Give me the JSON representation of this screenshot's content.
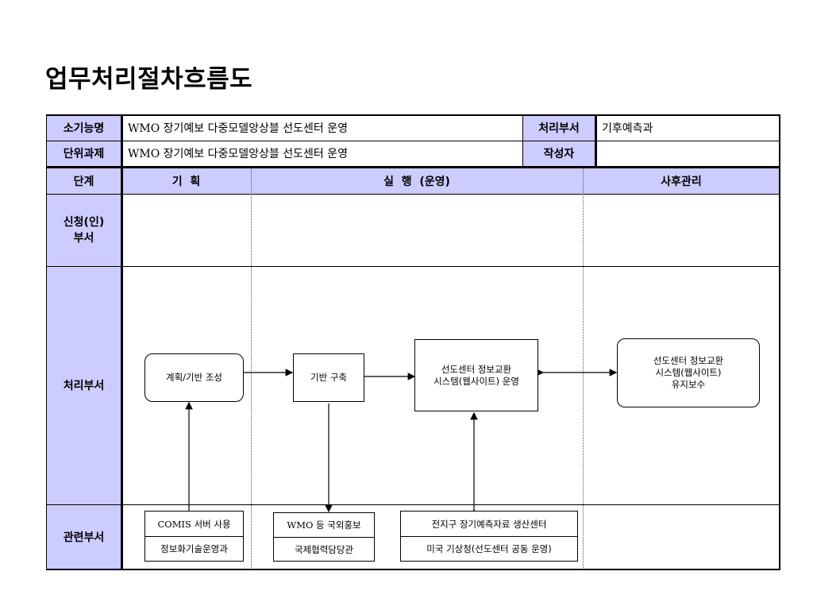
{
  "title": "업무처리절차흐름도",
  "header": {
    "function_label": "소기능명",
    "function_value": "WMO 장기예보 다중모델앙상블 선도센터 운영",
    "dept_label": "처리부서",
    "dept_value": "기후예측과",
    "task_label": "단위과제",
    "task_value": "WMO 장기예보 다중모델앙상블 선도센터 운영",
    "author_label": "작성자",
    "author_value": ""
  },
  "stages": {
    "label": "단계",
    "planning": "기  획",
    "execution": "실  행  (운영)",
    "aftercare": "사후관리"
  },
  "rows": {
    "applicant": "신청(인)\n부서",
    "processing": "처리부서",
    "related": "관련부서"
  },
  "process": {
    "plan": "계획/기반 조성",
    "build": "기반 구축",
    "operate": "선도센터 정보교환\n시스템(웹사이트) 운영",
    "maintain": "선도센터 정보교환\n시스템(웹사이트)\n유지보수"
  },
  "related": {
    "comis_top": "COMIS 서버 사용",
    "comis_bottom": "정보화기술운영과",
    "wmo_top": "WMO 등 국외홍보",
    "wmo_bottom": "국제협력담당관",
    "center_top": "전지구 장기예측자료 생산센터",
    "center_bottom": "미국 기상청(선도센터 공동 운영)"
  }
}
